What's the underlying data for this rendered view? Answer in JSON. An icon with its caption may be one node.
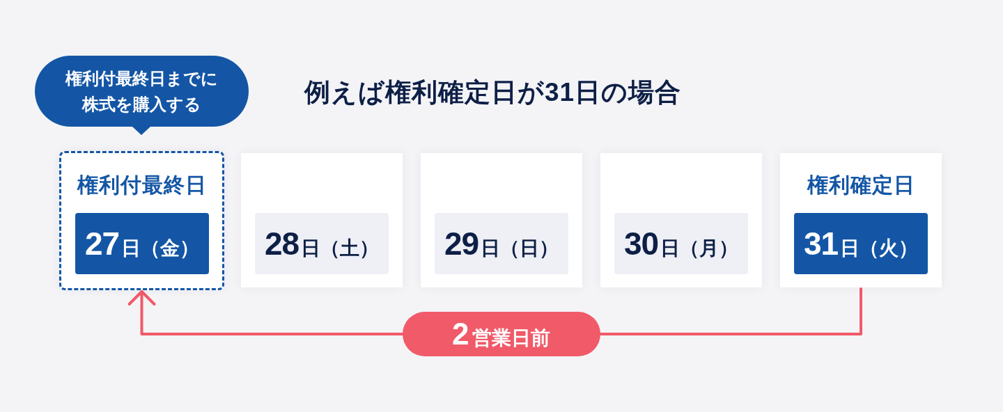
{
  "diagram": {
    "title": "例えば権利確定日が31日の場合",
    "nodes": [
      {
        "text": [
          "権利付最終日までに株式を購入する"
        ]
      },
      {
        "text": [
          "権利付最終日"
        ]
      },
      {
        "text": [
          "27日（金）"
        ],
        "in": 1
      },
      {
        "text": [],
        "shape": "box"
      },
      {
        "text": [
          "28日（土）"
        ],
        "in": 3
      },
      {
        "text": [],
        "shape": "box"
      },
      {
        "text": [
          "29日（日）"
        ],
        "in": 5
      },
      {
        "text": [],
        "shape": "box"
      },
      {
        "text": [
          "30日（月）"
        ],
        "in": 7
      },
      {
        "text": [
          "権利確定日"
        ]
      },
      {
        "text": [
          "31日（火）"
        ],
        "in": 9
      }
    ],
    "edges": [
      {
        "from": 9,
        "to": 1,
        "arrow": "to",
        "label": "2営業日前"
      }
    ]
  }
}
